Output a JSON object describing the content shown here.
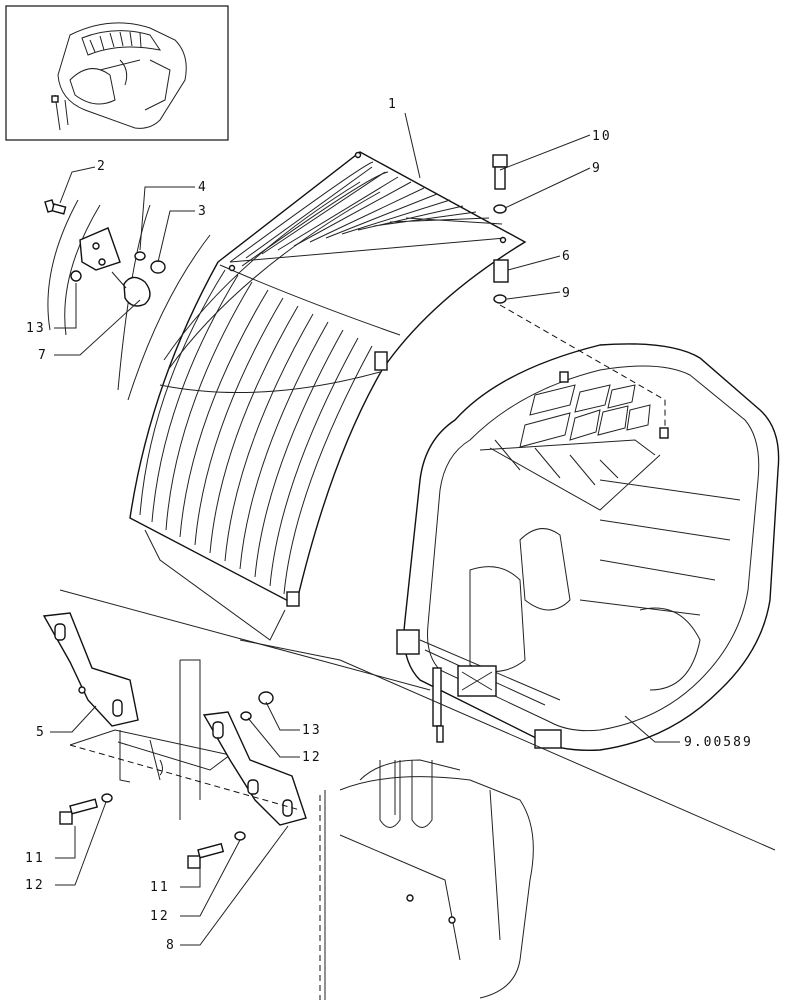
{
  "diagram": {
    "labels": {
      "p1": "1",
      "p2": "2",
      "p3": "3",
      "p4": "4",
      "p5": "5",
      "p6": "6",
      "p7": "7",
      "p8": "8",
      "p9a": "9",
      "p9b": "9",
      "p10": "10",
      "p11a": "11",
      "p11b": "11",
      "p12a": "12",
      "p12b": "12",
      "p12c": "12",
      "p13a": "13",
      "p13b": "13",
      "ref": "9.00589"
    }
  }
}
